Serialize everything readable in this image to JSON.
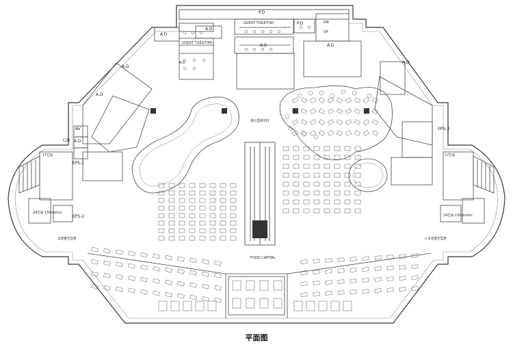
{
  "caption": "平面图",
  "labels": {
    "pd_top": "P.D",
    "pd_right": "P.D",
    "ad_top1": "A.D",
    "ad_top2": "A.D",
    "ad_center": "A.D",
    "ad_right_top": "A.D",
    "ad_right": "A.D",
    "ad_left1": "A.D",
    "ad_left2": "A.D",
    "ad_left3": "A.D",
    "ad_left_small": "A.D",
    "guest_toilet_top": "GUEST TOILET(W)",
    "guest_toilet_left": "GUEST TOILET(M)",
    "dn": "DN",
    "up": "UP",
    "av": "AV",
    "cr": "C/R",
    "eps1": "EPS-1",
    "eps2": "EPS-2",
    "eps3": "EPS-3",
    "elev_left_top": "17인승",
    "elev_right_top": "17인승",
    "elev_left_bot": "24인승\n150m/min",
    "elev_right_bot": "24인승\n150m/min",
    "center_text": "에스컬레이터",
    "food_capital": "FOOD CAPITAL",
    "entry_left": "소방출진입창",
    "entry_right": "◁ 소방출진입창"
  },
  "colors": {
    "line": "#333333",
    "thin": "#777777",
    "fill_dark": "#333333"
  }
}
